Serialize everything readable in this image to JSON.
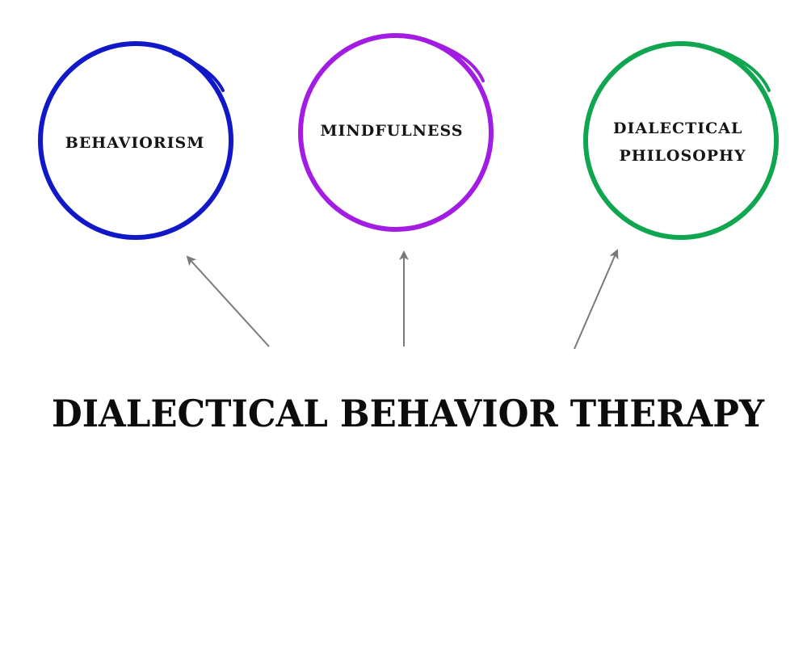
{
  "diagram": {
    "title": "DIALECTICAL BEHAVIOR THERAPY",
    "nodes": [
      {
        "id": "behaviorism",
        "lines": [
          "BEHAVIORISM"
        ],
        "color": "#1018c8"
      },
      {
        "id": "mindfulness",
        "lines": [
          "MINDFULNESS"
        ],
        "color": "#a21ce3"
      },
      {
        "id": "dialectical-philosophy",
        "lines": [
          "DIALECTICAL",
          "PHILOSOPHY"
        ],
        "color": "#10a650"
      }
    ],
    "arrow_color": "#7a7a7a"
  }
}
